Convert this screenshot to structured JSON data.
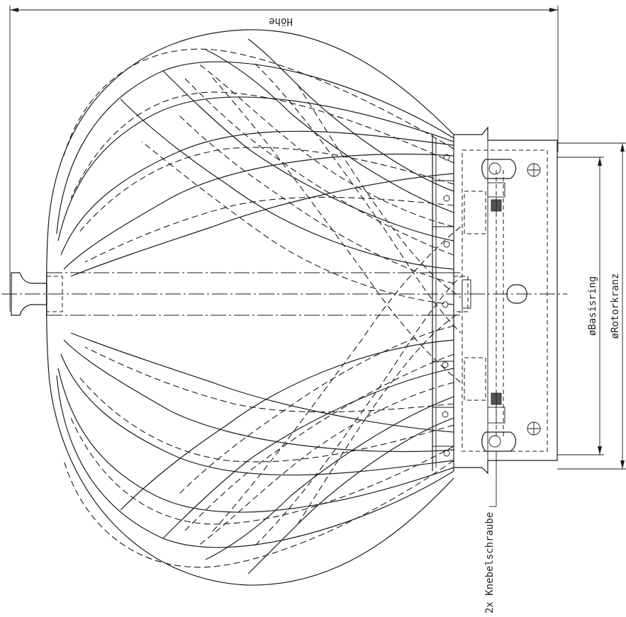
{
  "labels": {
    "height": "Höhe",
    "base_ring_diameter": "øBasisring",
    "rotor_ring_diameter": "øRotorkranz",
    "toggle_screw": "2x Knebelschraube"
  }
}
